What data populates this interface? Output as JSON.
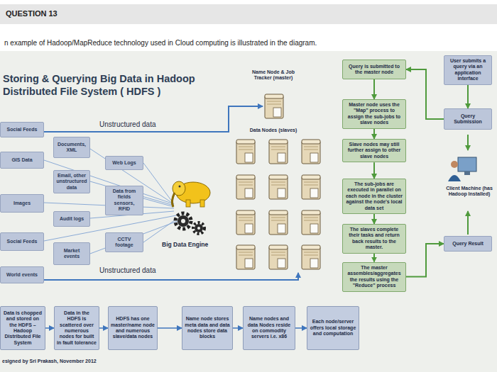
{
  "diagram": {
    "title": "Storing & Querying Big Data in Hadoop Distributed File System ( HDFS )",
    "nodes": [
      {
        "text": [
          "Query is submitted to the master node"
        ]
      },
      {
        "text": [
          "User submits a query via an application interface"
        ]
      },
      {
        "text": [
          "Master node uses the \"Map\" process to assign the sub-jobs to slave nodes"
        ]
      },
      {
        "text": [
          "Query Submission"
        ]
      },
      {
        "text": [
          "Social Feeds"
        ]
      },
      {
        "text": [
          "Documents, XML"
        ]
      },
      {
        "text": [
          "Slave nodes may still further assign to other slave nodes"
        ]
      },
      {
        "text": [
          "GIS Data"
        ]
      },
      {
        "text": [
          "Web Logs"
        ]
      },
      {
        "text": [
          "Email, other unstructured data"
        ]
      },
      {
        "text": [
          "The sub-jobs are executed in parallel on each node in the cluster against the node's local data set"
        ]
      },
      {
        "text": [
          "Images"
        ]
      },
      {
        "text": [
          "Data from fields sensors, RFID"
        ]
      },
      {
        "text": [
          "Audit logs"
        ]
      },
      {
        "text": [
          "The slaves complete their tasks and return back results to the master."
        ]
      },
      {
        "text": [
          "Social Feeds"
        ]
      },
      {
        "text": [
          "CCTV footage"
        ]
      },
      {
        "text": [
          "Query Result"
        ]
      },
      {
        "text": [
          "Market events"
        ]
      },
      {
        "text": [
          "World events"
        ]
      },
      {
        "text": [
          "The master assembles/aggregates the results using the \"Reduce\" process"
        ]
      },
      {
        "text": [
          "Data is chopped and stored on the HDFS – Hadoop Distributed File System"
        ]
      },
      {
        "text": [
          "Data in the HDFS is scattered over numerous nodes for built in fault tolerance"
        ]
      },
      {
        "text": [
          "HDFS has one master/name node and numerous slave/data nodes"
        ]
      },
      {
        "text": [
          "Name node stores meta data and data nodes store data blocks"
        ]
      },
      {
        "text": [
          "Name nodes and data Nodes reside on commodity servers i.e. x86"
        ]
      },
      {
        "text": [
          "Each node/server offers local storage and computation"
        ]
      }
    ],
    "edges": [
      {
        "from": 1,
        "to": 3,
        "arrow": "to"
      },
      {
        "from": 3,
        "to": 0,
        "arrow": "to"
      },
      {
        "from": 0,
        "to": 2,
        "arrow": "to"
      },
      {
        "from": 2,
        "to": 6,
        "arrow": "to"
      },
      {
        "from": 6,
        "to": 10,
        "arrow": "to"
      },
      {
        "from": 10,
        "to": 14,
        "arrow": "to"
      },
      {
        "from": 14,
        "to": 20,
        "arrow": "to"
      },
      {
        "from": 20,
        "to": 17,
        "arrow": "to"
      },
      {
        "from": 21,
        "to": 22,
        "arrow": "to"
      },
      {
        "from": 22,
        "to": 23,
        "arrow": "to"
      },
      {
        "from": 23,
        "to": 24,
        "arrow": "to"
      },
      {
        "from": 24,
        "to": 25,
        "arrow": "to"
      },
      {
        "from": 25,
        "to": 26,
        "arrow": "to"
      }
    ],
    "labels": [
      "QUESTION 13",
      "n example of Hadoop/MapReduce technology used in Cloud computing is illustrated in the diagram.",
      "Name Node & Job Tracker (master)",
      "Data Nodes (slaves)",
      "Unstructured data",
      "Big Data Engine",
      "Unstructured data",
      "Client Machine (has Hadoop Installed)",
      "esigned by Sri Prakash, November 2012"
    ]
  }
}
